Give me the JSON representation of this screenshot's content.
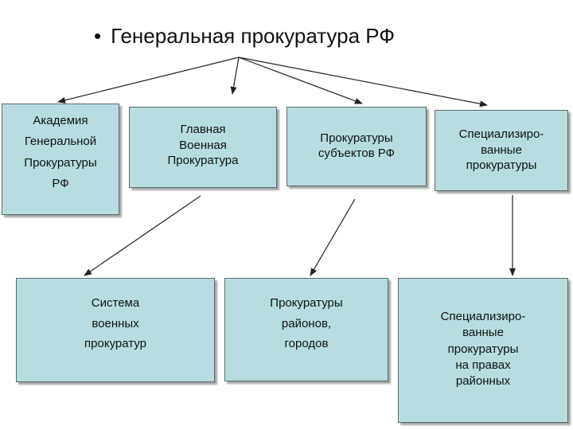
{
  "title": {
    "bullet": "•",
    "text": "Генеральная прокуратура РФ"
  },
  "boxes": {
    "academy": "Академия\nГенеральной\nПрокуратуры\nРФ",
    "military_main": "Главная\nВоенная\nПрокуратура",
    "subjects": "Прокуратуры\nсубъектов РФ",
    "specialized": "Специализиро-\nванные\nпрокуратуры",
    "military_system": "Система\nвоенных\nпрокуратур",
    "districts": "Прокуратуры\nрайонов,\nгородов",
    "specialized_district": "Специализиро-\nванные\nпрокуратуры\nна правах\nрайонных"
  },
  "colors": {
    "box_fill": "#b7dde0",
    "box_border": "#5a6a6c",
    "arrow": "#222222"
  }
}
